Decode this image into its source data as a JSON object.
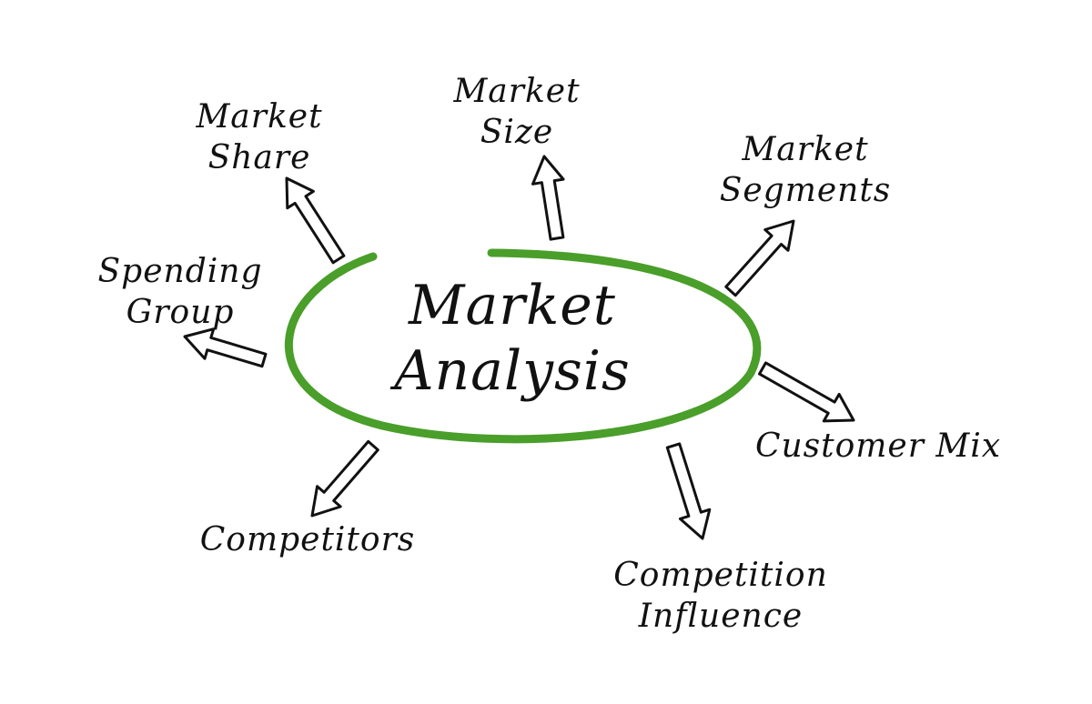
{
  "title": {
    "line1": "Market",
    "line2": "Analysis"
  },
  "colors": {
    "ellipse": "#4a9e2a",
    "ink": "#111111"
  },
  "nodes": [
    {
      "id": "market-share",
      "lines": [
        "Market",
        "Share"
      ]
    },
    {
      "id": "market-size",
      "lines": [
        "Market",
        "Size"
      ]
    },
    {
      "id": "market-segments",
      "lines": [
        "Market",
        "Segments"
      ]
    },
    {
      "id": "spending-group",
      "lines": [
        "Spending",
        "Group"
      ]
    },
    {
      "id": "customer-mix",
      "lines": [
        "Customer Mix"
      ]
    },
    {
      "id": "competitors",
      "lines": [
        "Competitors"
      ]
    },
    {
      "id": "competition-influence",
      "lines": [
        "Competition",
        "Influence"
      ]
    }
  ]
}
